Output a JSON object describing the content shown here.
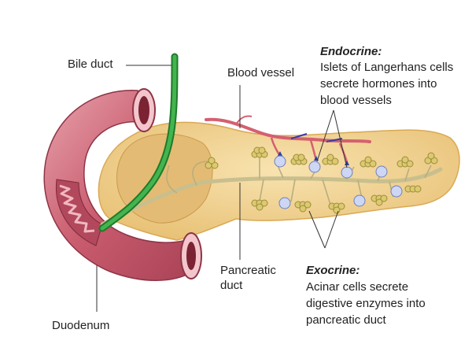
{
  "labels": {
    "bile_duct": "Bile duct",
    "blood_vessel": "Blood vessel",
    "pancreatic_duct_1": "Pancreatic",
    "pancreatic_duct_2": "duct",
    "duodenum": "Duodenum"
  },
  "endocrine": {
    "heading": "Endocrine:",
    "lines": [
      "Islets of Langerhans cells",
      "secrete hormones into",
      "blood vessels"
    ]
  },
  "exocrine": {
    "heading": "Exocrine:",
    "lines": [
      "Acinar cells secrete",
      "digestive enzymes into",
      "pancreatic duct"
    ]
  },
  "colors": {
    "duodenum": "#c25b6c",
    "duodenum_light": "#e39aa5",
    "pancreas": "#f3d79a",
    "pancreas_dark": "#d9ad5e",
    "bile_duct": "#2f9a3a",
    "pancreatic_duct": "#b9b083",
    "blood_vessel": "#d85a6a",
    "islet": "#c9d3f2",
    "acinar": "#d8c568"
  }
}
